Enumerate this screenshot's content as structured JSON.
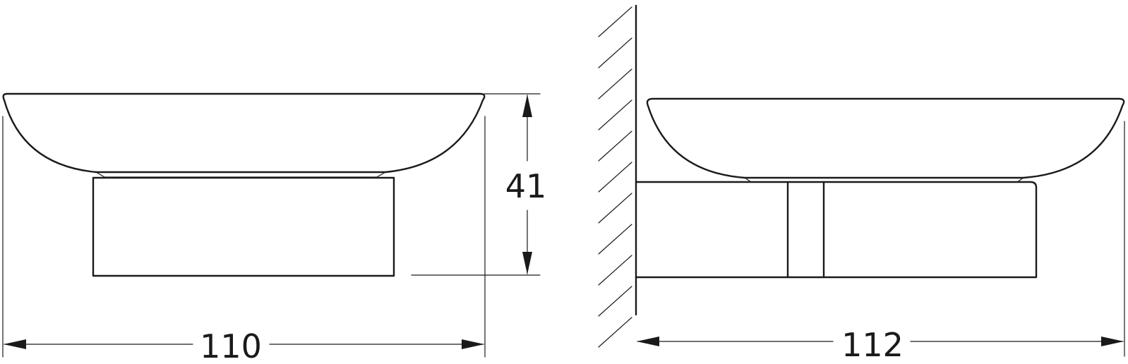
{
  "diagram": {
    "front_view": {
      "width_dimension": "110",
      "height_dimension": "41"
    },
    "side_view": {
      "depth_dimension": "112"
    }
  }
}
